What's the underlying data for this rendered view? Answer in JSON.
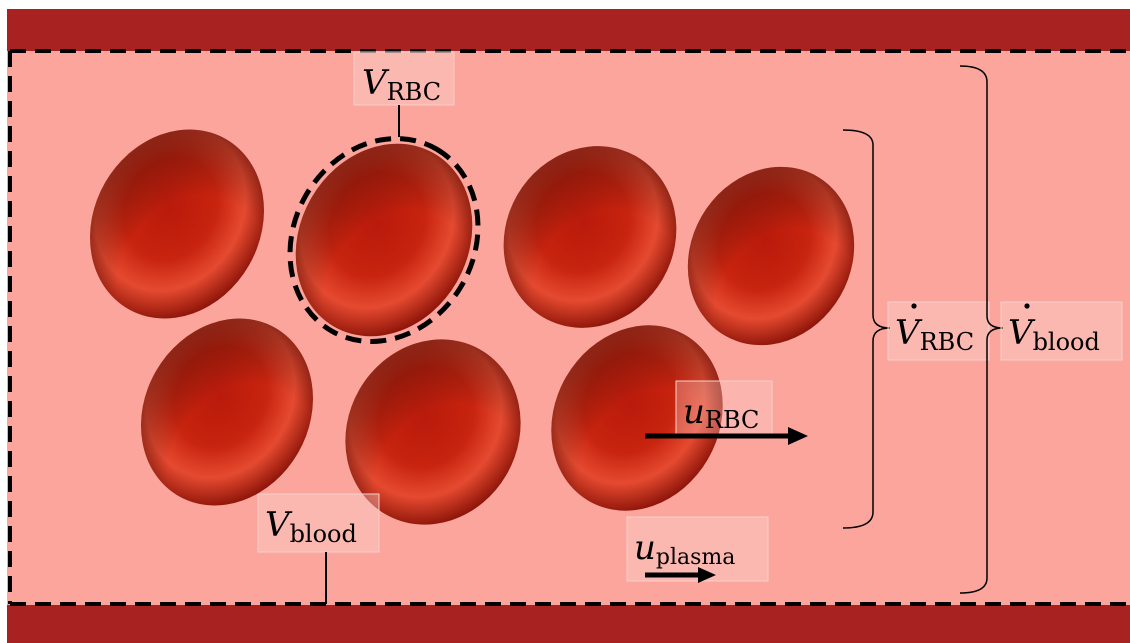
{
  "colors": {
    "vessel_wall": "#a82222",
    "plasma": "#fba59c",
    "rbc_dark": "#8f1208",
    "rbc_mid": "#c21f0d",
    "rbc_light": "#e5452e",
    "label_box": "#fbdcd7"
  },
  "labels": {
    "v_rbc": {
      "symbol": "V",
      "sub": "RBC"
    },
    "v_blood": {
      "symbol": "V",
      "sub": "blood"
    },
    "vdot_rbc": {
      "symbol": "V",
      "sub": "RBC"
    },
    "vdot_blood": {
      "symbol": "V",
      "sub": "blood"
    },
    "u_rbc": {
      "symbol": "u",
      "sub": "RBC"
    },
    "u_plasma": {
      "symbol": "u",
      "sub": "plasma"
    }
  },
  "cells": [
    {
      "name": "rbc-1"
    },
    {
      "name": "rbc-2-outlined"
    },
    {
      "name": "rbc-3"
    },
    {
      "name": "rbc-4"
    },
    {
      "name": "rbc-5"
    },
    {
      "name": "rbc-6"
    },
    {
      "name": "rbc-7"
    }
  ]
}
